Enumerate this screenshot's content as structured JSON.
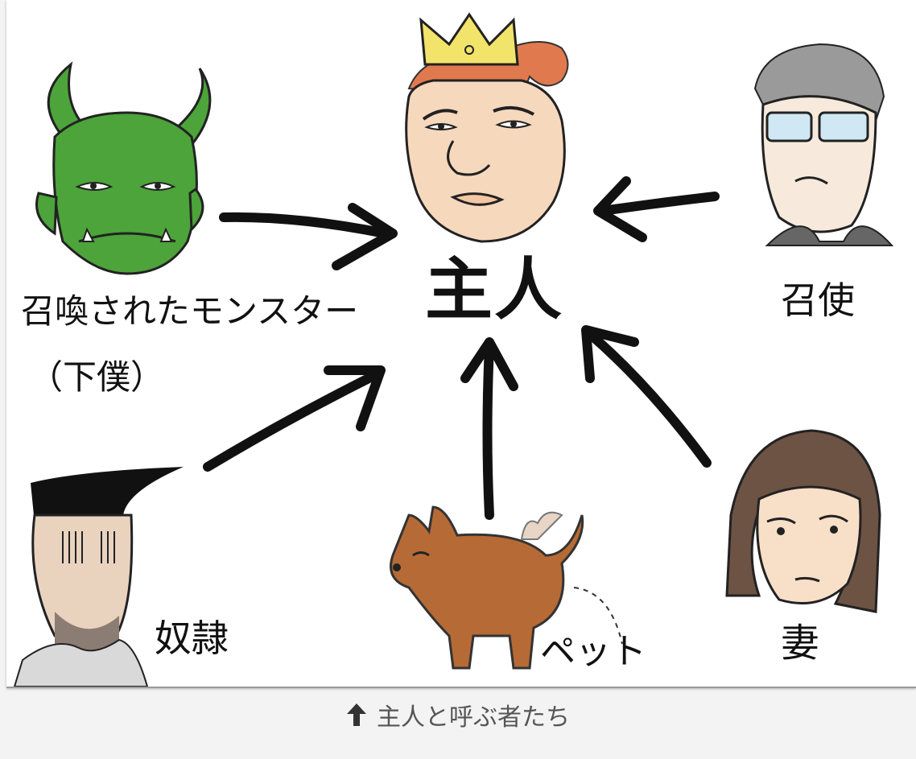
{
  "labels": {
    "master": "主人",
    "monster": "召喚されたモンスター",
    "monster_sub": "（下僕）",
    "butler": "召使",
    "slave": "奴隷",
    "pet": "ペット",
    "wife": "妻"
  },
  "caption": {
    "text": "主人と呼ぶ者たち",
    "icon": "up-arrow-icon"
  },
  "colors": {
    "monster_skin": "#4ca43a",
    "crown": "#f2e46a",
    "hair_master": "#e07a4e",
    "dog": "#b66a35",
    "caption_text": "#555555"
  }
}
